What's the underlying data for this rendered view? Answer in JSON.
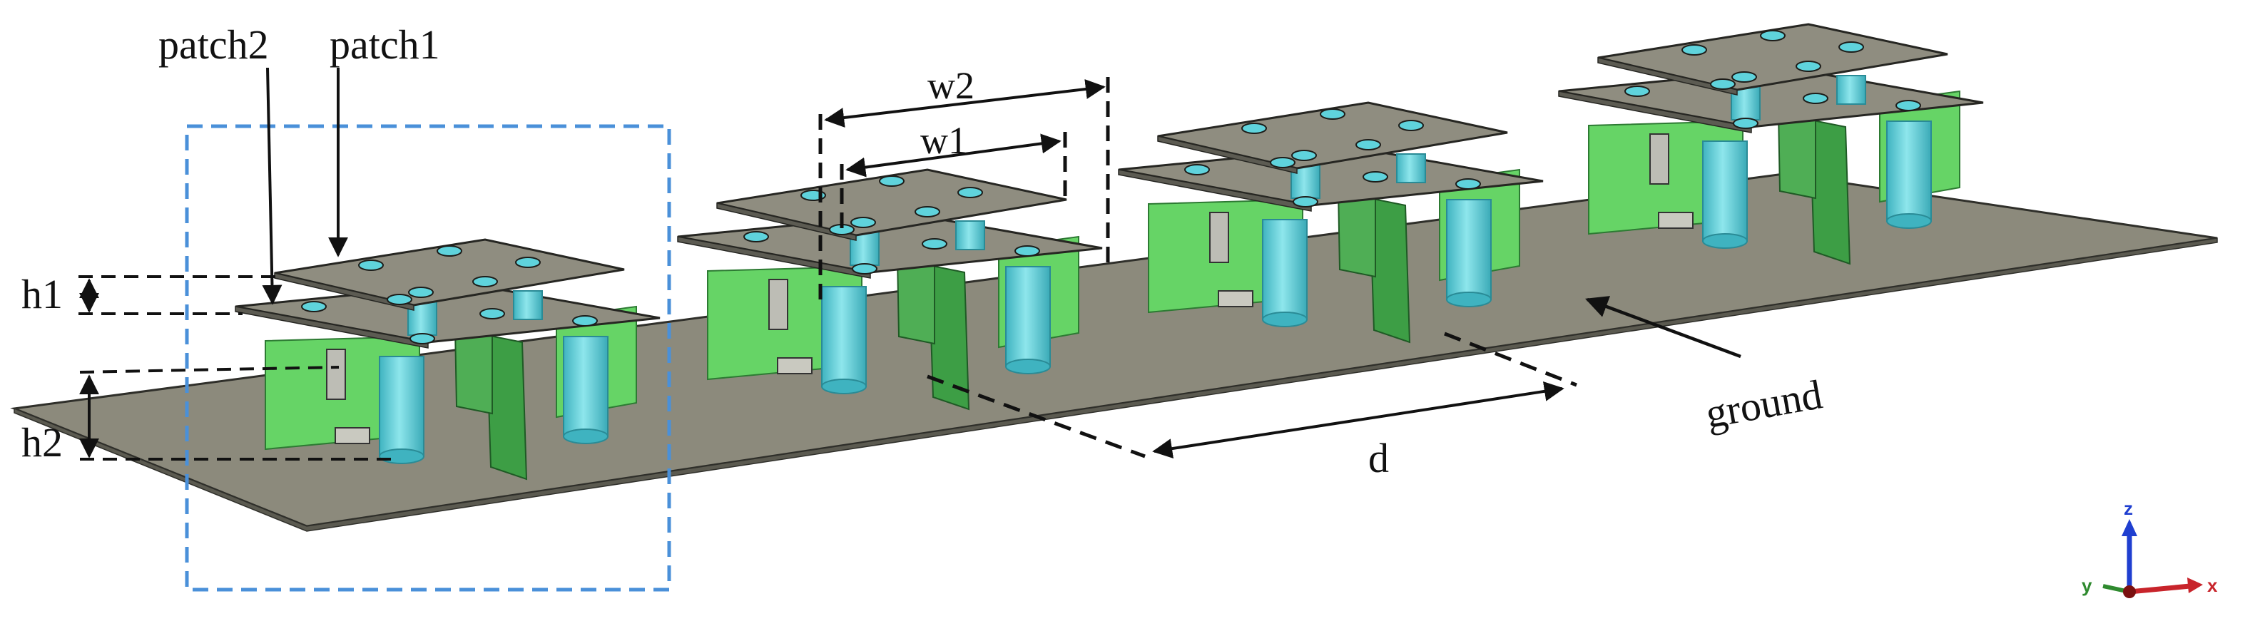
{
  "labels": {
    "patch2": "patch2",
    "patch1": "patch1",
    "h1": "h1",
    "h2": "h2",
    "w2": "w2",
    "w1": "w1",
    "d": "d",
    "ground": "ground"
  },
  "triad": {
    "z": "z",
    "y": "y",
    "x": "x"
  },
  "colors": {
    "ground_plate": "#8c8a7c",
    "patch_plate": "#8f8d80",
    "pcb_green": "#66d466",
    "pcb_dark": "#3d9e45",
    "pillar": "#5fd3dc",
    "selection_box": "#4a90d9",
    "axis_z": "#1f3fd0",
    "axis_x": "#c8242b",
    "axis_y": "#2f8a2f"
  },
  "elements_count": 4
}
